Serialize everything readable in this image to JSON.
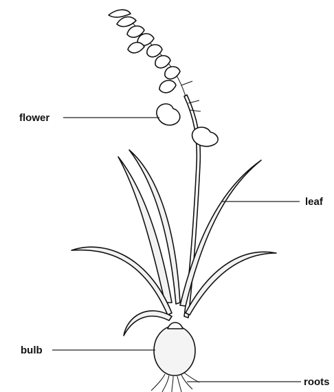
{
  "labels": {
    "flower": "flower",
    "leaf": "leaf",
    "bulb": "bulb",
    "roots": "roots"
  }
}
